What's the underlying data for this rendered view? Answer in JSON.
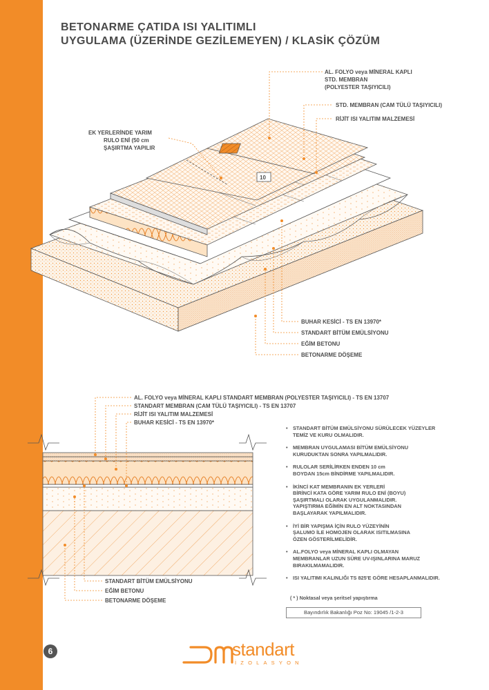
{
  "header": {
    "title_line1": "BETONARME ÇATIDA ISI YALITIMLI",
    "title_line2": "UYGULAMA (ÜZERİNDE GEZİLEMEYEN) / KLASİK ÇÖZÜM"
  },
  "iso_diagram": {
    "lbl_top_membrane_1": "AL. FOLYO veya MİNERAL KAPLI",
    "lbl_top_membrane_2": "STD. MEMBRAN",
    "lbl_top_membrane_3": "(POLYESTER TAŞIYICILI)",
    "lbl_std_membrane": "STD. MEMBRAN (CAM TÜLÜ TAŞIYICILI)",
    "lbl_insulation": "RİJİT ISI YALITIM MALZEMESİ",
    "lbl_overlap_1": "EK YERLERİNDE YARIM",
    "lbl_overlap_2": "RULO ENİ (50 cm",
    "lbl_overlap_3": "ŞAŞIRTMA YAPILIR",
    "overlap_mark": "10",
    "lbl_vapor": "BUHAR KESİCİ - TS EN 13970*",
    "lbl_emulsion": "STANDART BİTÜM EMÜLSİYONU",
    "lbl_screed": "EĞİM BETONU",
    "lbl_slab": "BETONARME DÖŞEME"
  },
  "section_diagram": {
    "lbl_top_membrane": "AL. FOLYO veya MİNERAL KAPLI STANDART MEMBRAN (POLYESTER TAŞIYICILI) - TS EN 13707",
    "lbl_std_membrane": "STANDART MEMBRAN (CAM TÜLÜ TAŞIYICILI) - TS EN 13707",
    "lbl_insulation": "RİJİT ISI YALITIM MALZEMESİ",
    "lbl_vapor": "BUHAR KESİCİ - TS EN 13970*",
    "lbl_emulsion": "STANDART BİTÜM EMÜLSİYONU",
    "lbl_screed": "EĞİM BETONU",
    "lbl_slab": "BETONARME DÖŞEME"
  },
  "notes": [
    "STANDART BİTÜM EMÜLSİYONU SÜRÜLECEK YÜZEYLER\nTEMİZ VE KURU OLMALIDIR.",
    "MEMBRAN UYGULAMASI BİTÜM EMÜLSİYONU\nKURUDUKTAN SONRA YAPILMALIDIR.",
    "RULOLAR SERİLİRKEN ENDEN 10 cm\nBOYDAN 15cm BİNDİRME YAPILMALIDIR.",
    "İKİNCİ KAT MEMBRANIN EK YERLERİ\nBİRİNCİ KATA GÖRE YARIM RULO ENİ (BOYU)\nŞAŞIRTMALI OLARAK UYGULANMALIDIR.\nYAPIŞTIRMA EĞİMİN EN ALT NOKTASINDAN\nBAŞLAYARAK YAPILMALIDIR.",
    "İYİ BİR YAPIŞMA İÇİN RULO YÜZEYİNİN\nŞALUMO İLE HOMOJEN OLARAK ISITILMASINA\nÖZEN GÖSTERİLMELİDİR.",
    "AL.FOLYO veya MİNERAL KAPLI OLMAYAN\nMEMBRANLAR UZUN SÜRE UV-IŞINLARINA MARUZ\nBIRAKILMAMALIDIR.",
    "ISI YALITIMI KALINLIĞI TS 825'E GÖRE HESAPLANMALIDIR."
  ],
  "footnote": "( * )  Noktasal veya şeritsel yapıştırma",
  "poz": "Bayındırlık Bakanlığı Poz No: 19045 /1-2-3",
  "page_number": "6",
  "brand": {
    "name": "standart",
    "sub": "İZOLASYON"
  },
  "colors": {
    "accent": "#f28c28",
    "text": "#4d4d4d",
    "line": "#555555"
  }
}
